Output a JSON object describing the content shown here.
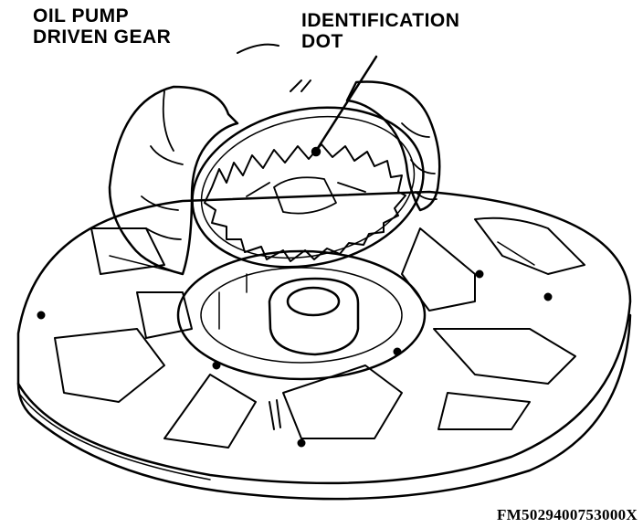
{
  "labels": {
    "oil_pump_line1": "OIL PUMP",
    "oil_pump_line2": "DRIVEN GEAR",
    "id_dot_line1": "IDENTIFICATION",
    "id_dot_line2": "DOT"
  },
  "figure_code": "FM5029400753000X",
  "colors": {
    "ink": "#000000",
    "paper": "#ffffff"
  }
}
